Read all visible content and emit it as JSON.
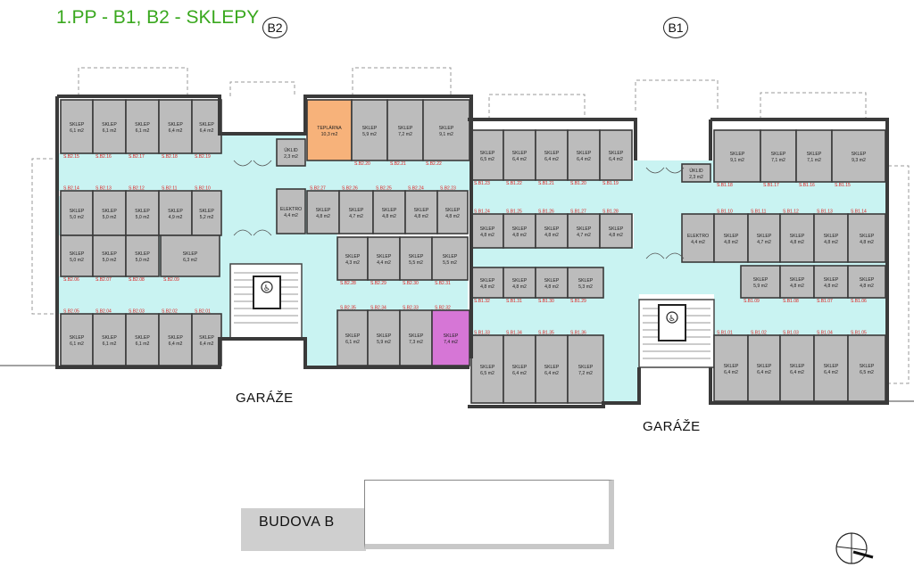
{
  "title": "1.PP - B1, B2 - SKLEPY",
  "markers": [
    "B2",
    "B1"
  ],
  "garage_label": "GARÁŽE",
  "building_label": "BUDOVA B",
  "colors": {
    "cellar": "#bcbcbc",
    "corridor": "#c9f3f2",
    "wall": "#3a3a3a",
    "boiler": "#f7b27a",
    "highlight": "#d676d6",
    "room_code": "#e01818",
    "title": "#3aa81f"
  },
  "rooms": [
    {
      "name": "SKLEP",
      "area": "6,1 m2",
      "code": "S.B2.15"
    },
    {
      "name": "SKLEP",
      "area": "6,1 m2",
      "code": "S.B2.16"
    },
    {
      "name": "SKLEP",
      "area": "6,1 m2",
      "code": "S.B2.17"
    },
    {
      "name": "SKLEP",
      "area": "6,4 m2",
      "code": "S.B2.18"
    },
    {
      "name": "SKLEP",
      "area": "6,4 m2",
      "code": "S.B2.19"
    },
    {
      "name": "SKLEP",
      "area": "5,0 m2",
      "code": "S.B2.14"
    },
    {
      "name": "SKLEP",
      "area": "5,0 m2",
      "code": "S.B2.13"
    },
    {
      "name": "SKLEP",
      "area": "5,0 m2",
      "code": "S.B2.12"
    },
    {
      "name": "SKLEP",
      "area": "4,9 m2",
      "code": "S.B2.11"
    },
    {
      "name": "SKLEP",
      "area": "5,2 m2",
      "code": "S.B2.10"
    },
    {
      "name": "SKLEP",
      "area": "5,0 m2",
      "code": "S.B2.06"
    },
    {
      "name": "SKLEP",
      "area": "5,0 m2",
      "code": "S.B2.07"
    },
    {
      "name": "SKLEP",
      "area": "5,0 m2",
      "code": "S.B2.08"
    },
    {
      "name": "SKLEP",
      "area": "6,3 m2",
      "code": "S.B2.09"
    },
    {
      "name": "SKLEP",
      "area": "6,1 m2",
      "code": "S.B2.05"
    },
    {
      "name": "SKLEP",
      "area": "6,1 m2",
      "code": "S.B2.04"
    },
    {
      "name": "SKLEP",
      "area": "6,1 m2",
      "code": "S.B2.03"
    },
    {
      "name": "SKLEP",
      "area": "6,4 m2",
      "code": "S.B2.02"
    },
    {
      "name": "SKLEP",
      "area": "6,4 m2",
      "code": "S.B2.01"
    },
    {
      "name": "TEPLÁRNA",
      "area": "10,3 m2",
      "code": ""
    },
    {
      "name": "SKLEP",
      "area": "5,9 m2",
      "code": "S.B2.20"
    },
    {
      "name": "SKLEP",
      "area": "7,2 m2",
      "code": "S.B2.21"
    },
    {
      "name": "SKLEP",
      "area": "9,1 m2",
      "code": "S.B2.22"
    },
    {
      "name": "ÚKLID",
      "area": "2,3 m2",
      "code": ""
    },
    {
      "name": "ELEKTRO",
      "area": "4,4 m2",
      "code": ""
    },
    {
      "name": "SKLEP",
      "area": "4,8 m2",
      "code": "S.B2.27"
    },
    {
      "name": "SKLEP",
      "area": "4,7 m2",
      "code": "S.B2.26"
    },
    {
      "name": "SKLEP",
      "area": "4,8 m2",
      "code": "S.B2.25"
    },
    {
      "name": "SKLEP",
      "area": "4,8 m2",
      "code": "S.B2.24"
    },
    {
      "name": "SKLEP",
      "area": "4,8 m2",
      "code": "S.B2.23"
    },
    {
      "name": "SKLEP",
      "area": "4,3 m2",
      "code": "S.B2.28"
    },
    {
      "name": "SKLEP",
      "area": "4,4 m2",
      "code": "S.B2.29"
    },
    {
      "name": "SKLEP",
      "area": "5,5 m2",
      "code": "S.B2.30"
    },
    {
      "name": "SKLEP",
      "area": "5,5 m2",
      "code": "S.B2.31"
    },
    {
      "name": "SKLEP",
      "area": "6,1 m2",
      "code": "S.B2.35"
    },
    {
      "name": "SKLEP",
      "area": "5,9 m2",
      "code": "S.B2.34"
    },
    {
      "name": "SKLEP",
      "area": "7,3 m2",
      "code": "S.B2.33"
    },
    {
      "name": "SKLEP",
      "area": "7,4 m2",
      "code": "S.B2.32"
    },
    {
      "name": "SKLEP",
      "area": "6,5 m2",
      "code": "S.B1.23"
    },
    {
      "name": "SKLEP",
      "area": "6,4 m2",
      "code": "S.B1.22"
    },
    {
      "name": "SKLEP",
      "area": "6,4 m2",
      "code": "S.B1.21"
    },
    {
      "name": "SKLEP",
      "area": "6,4 m2",
      "code": "S.B1.20"
    },
    {
      "name": "SKLEP",
      "area": "6,4 m2",
      "code": "S.B1.19"
    },
    {
      "name": "SKLEP",
      "area": "4,8 m2",
      "code": "S.B1.24"
    },
    {
      "name": "SKLEP",
      "area": "4,8 m2",
      "code": "S.B1.25"
    },
    {
      "name": "SKLEP",
      "area": "4,8 m2",
      "code": "S.B1.26"
    },
    {
      "name": "SKLEP",
      "area": "4,7 m2",
      "code": "S.B1.27"
    },
    {
      "name": "SKLEP",
      "area": "4,8 m2",
      "code": "S.B1.28"
    },
    {
      "name": "SKLEP",
      "area": "4,8 m2",
      "code": "S.B1.32"
    },
    {
      "name": "SKLEP",
      "area": "4,8 m2",
      "code": "S.B1.31"
    },
    {
      "name": "SKLEP",
      "area": "4,8 m2",
      "code": "S.B1.30"
    },
    {
      "name": "SKLEP",
      "area": "5,3 m2",
      "code": "S.B1.29"
    },
    {
      "name": "SKLEP",
      "area": "6,5 m2",
      "code": "S.B1.33"
    },
    {
      "name": "SKLEP",
      "area": "6,4 m2",
      "code": "S.B1.34"
    },
    {
      "name": "SKLEP",
      "area": "6,4 m2",
      "code": "S.B1.35"
    },
    {
      "name": "SKLEP",
      "area": "7,2 m2",
      "code": "S.B1.36"
    },
    {
      "name": "SKLEP",
      "area": "9,1 m2",
      "code": "S.B1.18"
    },
    {
      "name": "SKLEP",
      "area": "7,1 m2",
      "code": "S.B1.17"
    },
    {
      "name": "SKLEP",
      "area": "7,1 m2",
      "code": "S.B1.16"
    },
    {
      "name": "SKLEP",
      "area": "9,3 m2",
      "code": "S.B1.15"
    },
    {
      "name": "ÚKLID",
      "area": "2,3 m2",
      "code": ""
    },
    {
      "name": "ELEKTRO",
      "area": "4,4 m2",
      "code": ""
    },
    {
      "name": "SKLEP",
      "area": "4,8 m2",
      "code": "S.B1.10"
    },
    {
      "name": "SKLEP",
      "area": "4,7 m2",
      "code": "S.B1.11"
    },
    {
      "name": "SKLEP",
      "area": "4,8 m2",
      "code": "S.B1.12"
    },
    {
      "name": "SKLEP",
      "area": "4,8 m2",
      "code": "S.B1.13"
    },
    {
      "name": "SKLEP",
      "area": "4,8 m2",
      "code": "S.B1.14"
    },
    {
      "name": "SKLEP",
      "area": "5,9 m2",
      "code": "S.B1.09"
    },
    {
      "name": "SKLEP",
      "area": "4,8 m2",
      "code": "S.B1.08"
    },
    {
      "name": "SKLEP",
      "area": "4,8 m2",
      "code": "S.B1.07"
    },
    {
      "name": "SKLEP",
      "area": "4,8 m2",
      "code": "S.B1.06"
    },
    {
      "name": "SKLEP",
      "area": "6,4 m2",
      "code": "S.B1.01"
    },
    {
      "name": "SKLEP",
      "area": "6,4 m2",
      "code": "S.B1.02"
    },
    {
      "name": "SKLEP",
      "area": "6,4 m2",
      "code": "S.B1.03"
    },
    {
      "name": "SKLEP",
      "area": "6,4 m2",
      "code": "S.B1.04"
    },
    {
      "name": "SKLEP",
      "area": "6,5 m2",
      "code": "S.B1.05"
    }
  ]
}
